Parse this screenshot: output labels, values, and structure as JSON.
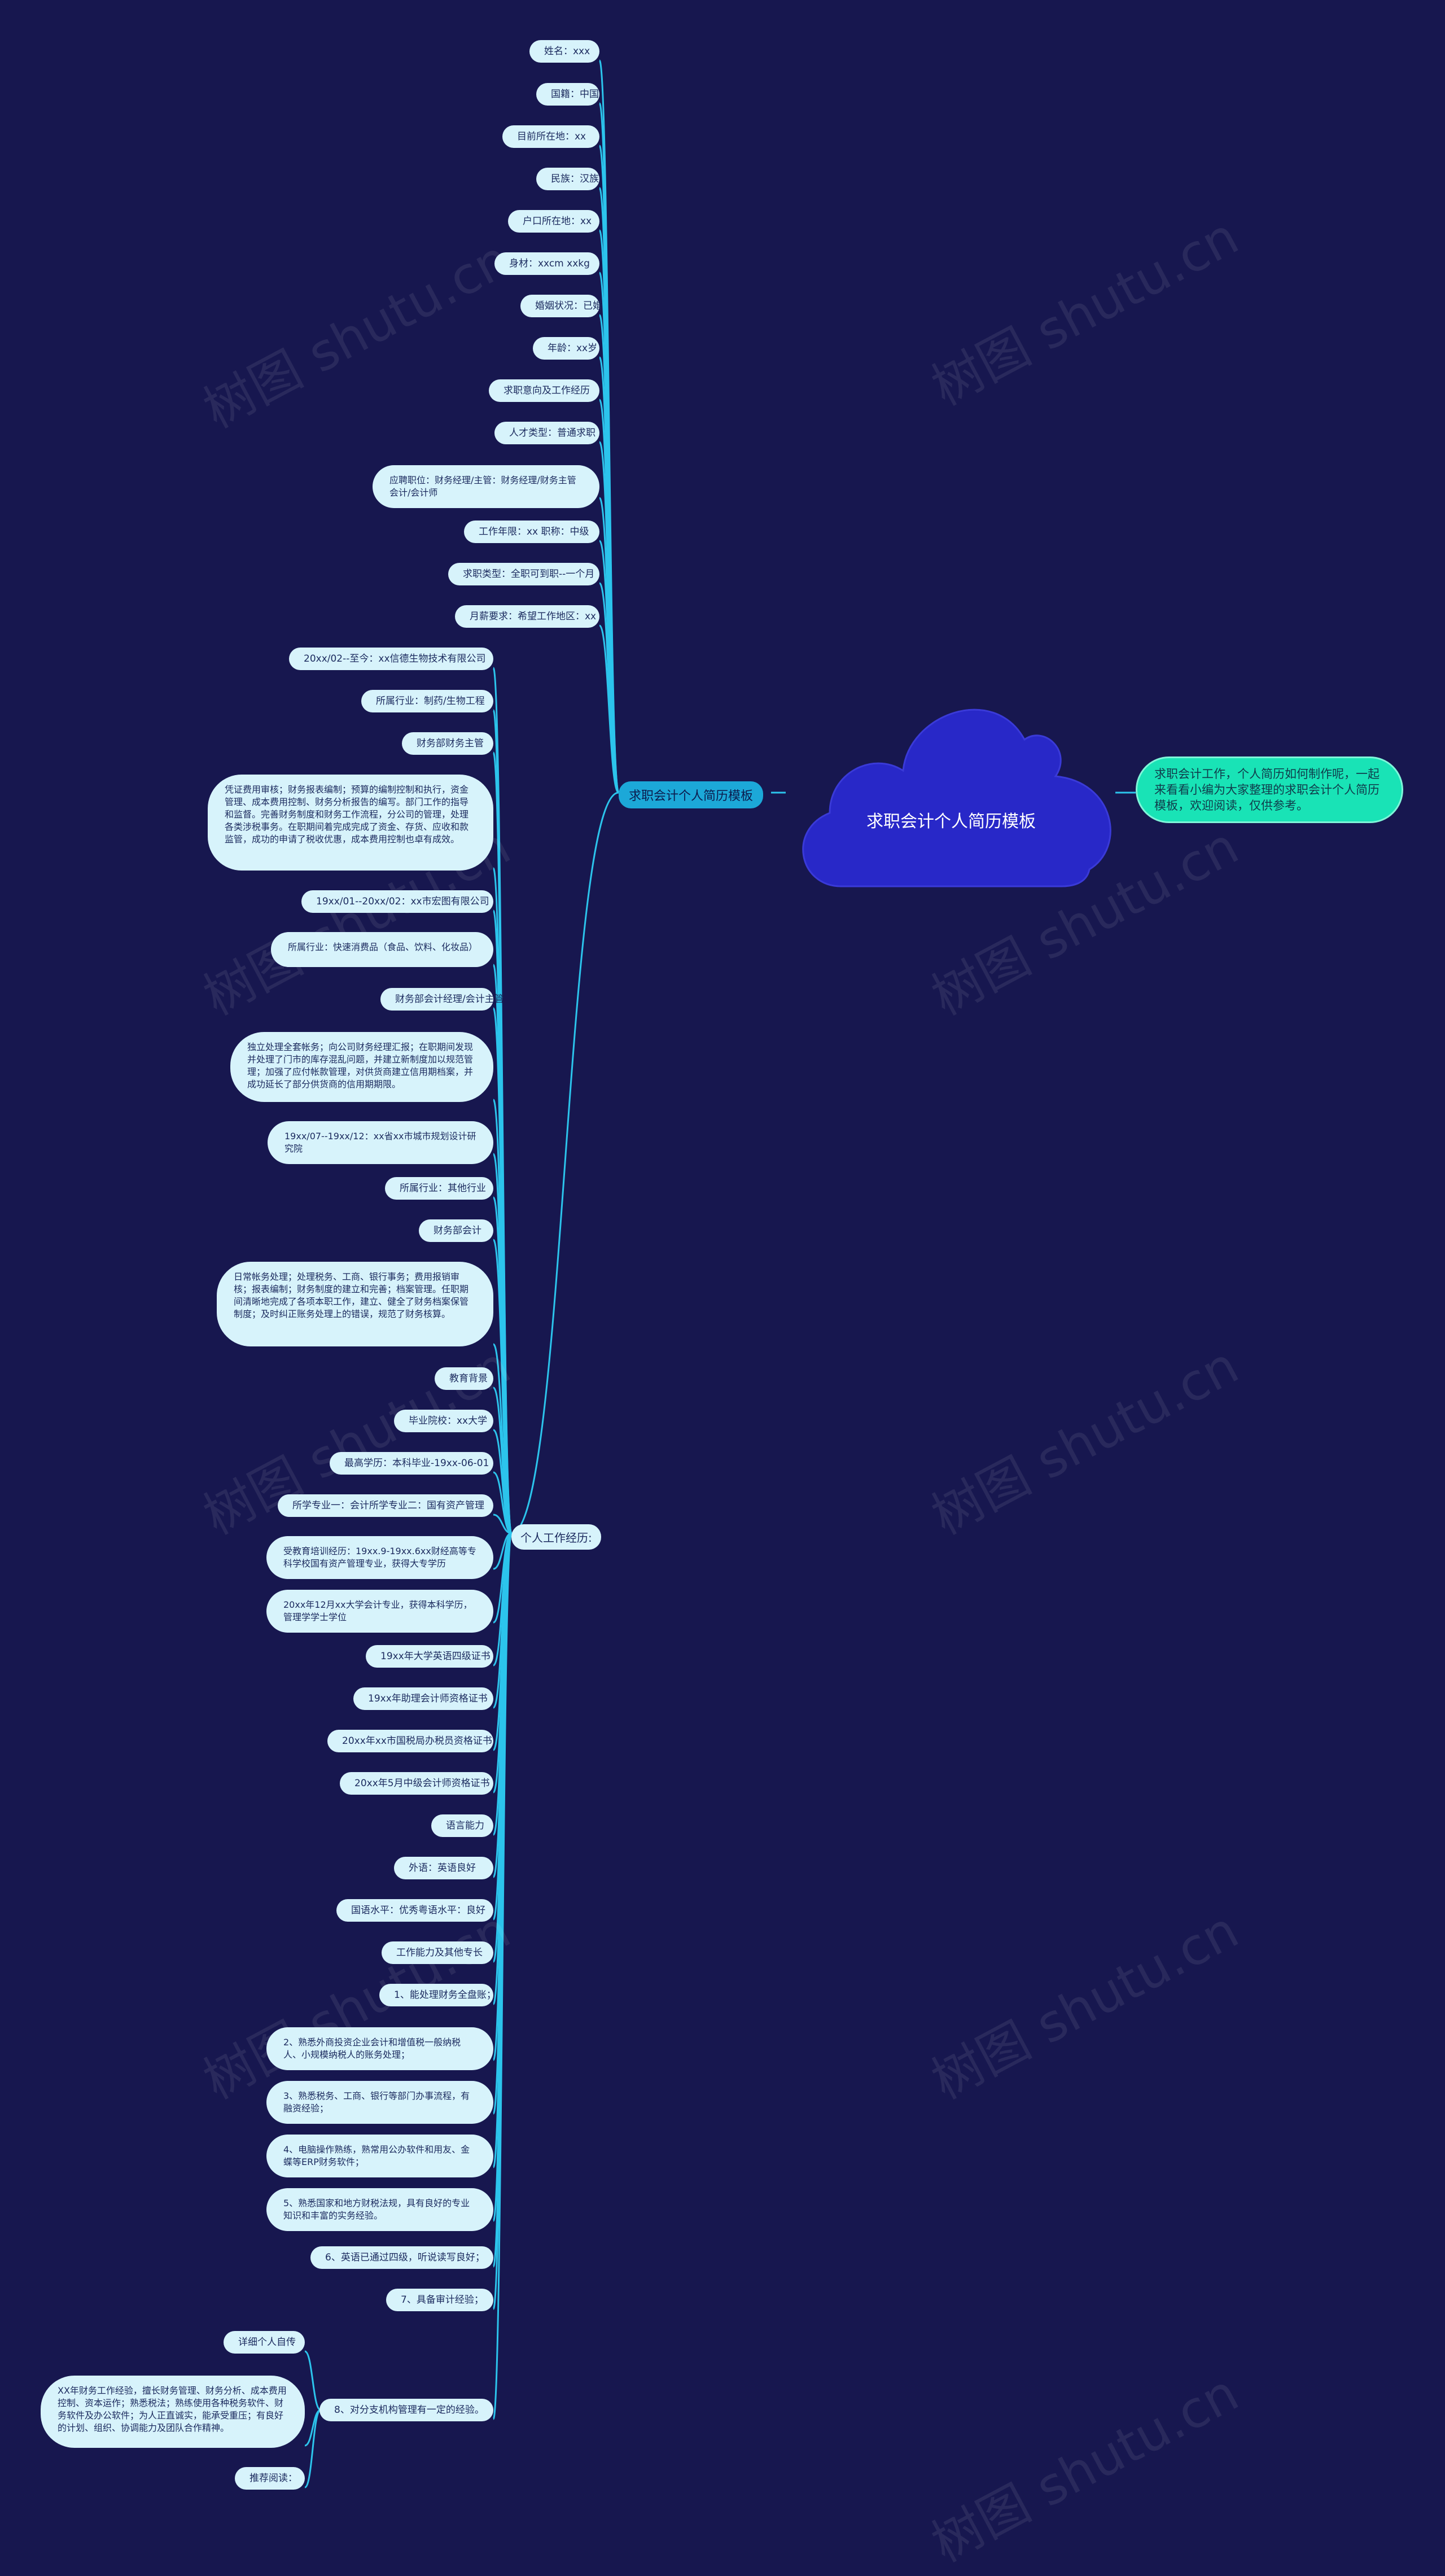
{
  "root": {
    "label": "求职会计个人简历模板"
  },
  "side_note": "求职会计工作，个人简历如何制作呢，一起来看看小编为大家整理的求职会计个人简历模板，欢迎阅读，仅供参考。",
  "branch_main": "求职会计个人简历模板",
  "branch_exp": "个人工作经历:",
  "watermark": "树图 shutu.cn",
  "group_a": [
    "姓名：xxx",
    "国籍：中国",
    "目前所在地：xx",
    "民族：汉族",
    "户口所在地：xx",
    "身材：xxcm xxkg",
    "婚姻状况：已婚",
    "年龄：xx岁",
    "求职意向及工作经历",
    "人才类型：普通求职",
    "应聘职位：财务经理/主管：财务经理/财务主管会计/会计师",
    "工作年限：xx 职称：中级",
    "求职类型：全职可到职--一个月",
    "月薪要求：希望工作地区：xx"
  ],
  "group_b": [
    "20xx/02--至今：xx信德生物技术有限公司",
    "所属行业：制药/生物工程",
    "财务部财务主管",
    "凭证费用审核；财务报表编制；预算的编制控制和执行，资金管理、成本费用控制、财务分析报告的编写。部门工作的指导和监督。完善财务制度和财务工作流程，分公司的管理，处理各类涉税事务。在职期间着完成完成了资金、存货、应收和款监管，成功的申请了税收优惠，成本费用控制也卓有成效。",
    "19xx/01--20xx/02：xx市宏图有限公司",
    "所属行业：快速消费品（食品、饮料、化妆品）",
    "财务部会计经理/会计主管",
    "独立处理全套帐务；向公司财务经理汇报；在职期间发现并处理了门市的库存混乱问题，并建立新制度加以规范管理；加强了应付帐款管理，对供货商建立信用期档案，并成功延长了部分供货商的信用期期限。",
    "19xx/07--19xx/12：xx省xx市城市规划设计研究院",
    "所属行业：其他行业",
    "财务部会计",
    "日常帐务处理；处理税务、工商、银行事务；费用报销审核；报表编制；财务制度的建立和完善；档案管理。任职期间清晰地完成了各项本职工作，建立、健全了财务档案保管制度；及时纠正账务处理上的错误，规范了财务核算。",
    "教育背景",
    "毕业院校：xx大学",
    "最高学历：本科毕业-19xx-06-01",
    "所学专业一：会计所学专业二：国有资产管理",
    "受教育培训经历：19xx.9-19xx.6xx财经高等专科学校国有资产管理专业，获得大专学历",
    "20xx年12月xx大学会计专业，获得本科学历，管理学学士学位",
    "19xx年大学英语四级证书",
    "19xx年助理会计师资格证书",
    "20xx年xx市国税局办税员资格证书",
    "20xx年5月中级会计师资格证书",
    "语言能力",
    "外语：英语良好",
    "国语水平：优秀粤语水平：良好",
    "工作能力及其他专长",
    "1、能处理财务全盘账；",
    "2、熟悉外商投资企业会计和增值税一般纳税人、小规模纳税人的账务处理；",
    "3、熟悉税务、工商、银行等部门办事流程，有融资经验；",
    "4、电脑操作熟练，熟常用公办软件和用友、金蝶等ERP财务软件；",
    "5、熟悉国家和地方财税法规，具有良好的专业知识和丰富的实务经验。",
    "6、英语已通过四级，听说读写良好；",
    "7、具备审计经验；",
    "8、对分支机构管理有一定的经验。"
  ],
  "group_c": [
    "详细个人自传",
    "XX年财务工作经验，擅长财务管理、财务分析、成本费用控制、资本运作；熟悉税法；熟练使用各种税务软件、财务软件及办公软件；为人正直诚实，能承受重压；有良好的计划、组织、协调能力及团队合作精神。",
    "推荐阅读："
  ],
  "colors": {
    "background": "#17174f",
    "root": "#2828c8",
    "branch": "#1ca8d8",
    "node": "#d7f3fb",
    "note": "#19e3b6"
  }
}
